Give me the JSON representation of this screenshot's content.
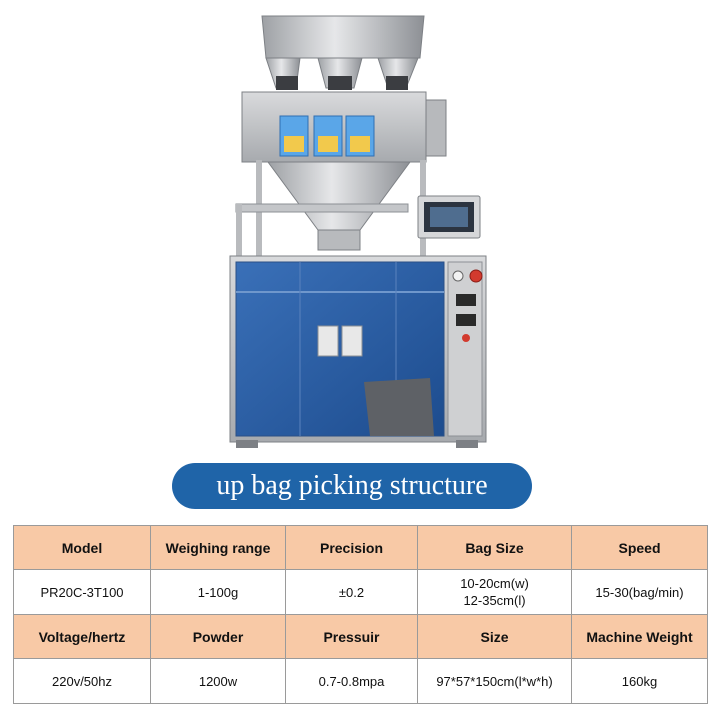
{
  "banner": {
    "title": "up bag picking structure"
  },
  "colors": {
    "banner": "#1f64a8",
    "table_header": "#f8c9a6",
    "machine_blue": "#2c5fa8",
    "steel": "#c8c9cb"
  },
  "specs": {
    "header1": [
      "Model",
      "Weighing range",
      "Precision",
      "Bag Size",
      "Speed"
    ],
    "values1": {
      "model": "PR20C-3T100",
      "weighing_range": "1-100g",
      "precision": "±0.2",
      "bag_size_w": "10-20cm(w)",
      "bag_size_l": "12-35cm(l)",
      "speed": "15-30(bag/min)"
    },
    "header2": [
      "Voltage/hertz",
      "Powder",
      "Pressuir",
      "Size",
      "Machine Weight"
    ],
    "values2": [
      "220v/50hz",
      "1200w",
      "0.7-0.8mpa",
      "97*57*150cm(l*w*h)",
      "160kg"
    ]
  }
}
